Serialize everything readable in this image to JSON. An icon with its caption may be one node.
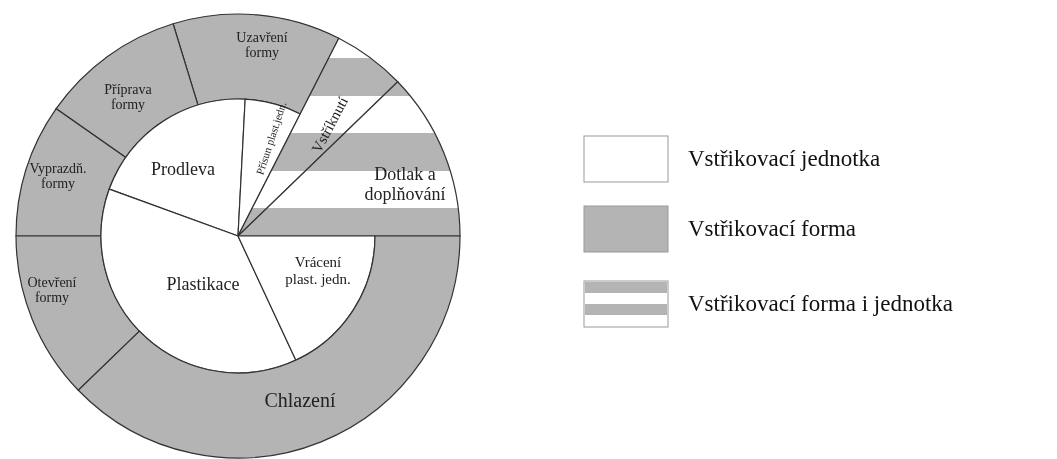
{
  "diagram": {
    "nodes": [
      {
        "text": [
          "Uzavření formy"
        ]
      },
      {
        "text": [
          "Příprava formy"
        ]
      },
      {
        "text": [
          "Vyprazdň. formy"
        ]
      },
      {
        "text": [
          "Prodleva"
        ]
      },
      {
        "text": [
          "Přísun plast.jedn."
        ]
      },
      {
        "text": [
          "Vstříknutí"
        ]
      },
      {
        "text": [
          "Dotlak a doplňování"
        ]
      },
      {
        "text": [
          "Otevření formy"
        ]
      },
      {
        "text": [
          "Plastikace"
        ]
      },
      {
        "text": [
          "Vrácení plast. jedn."
        ]
      },
      {
        "text": [
          "Chlazení"
        ]
      }
    ],
    "legend": [
      {
        "text": "Vstřikovací jednotka",
        "color": "#ffffff"
      },
      {
        "text": "Vstřikovací forma",
        "color": "#b4b4b4"
      },
      {
        "text": "Vstřikovací forma i jednotka"
      }
    ]
  }
}
